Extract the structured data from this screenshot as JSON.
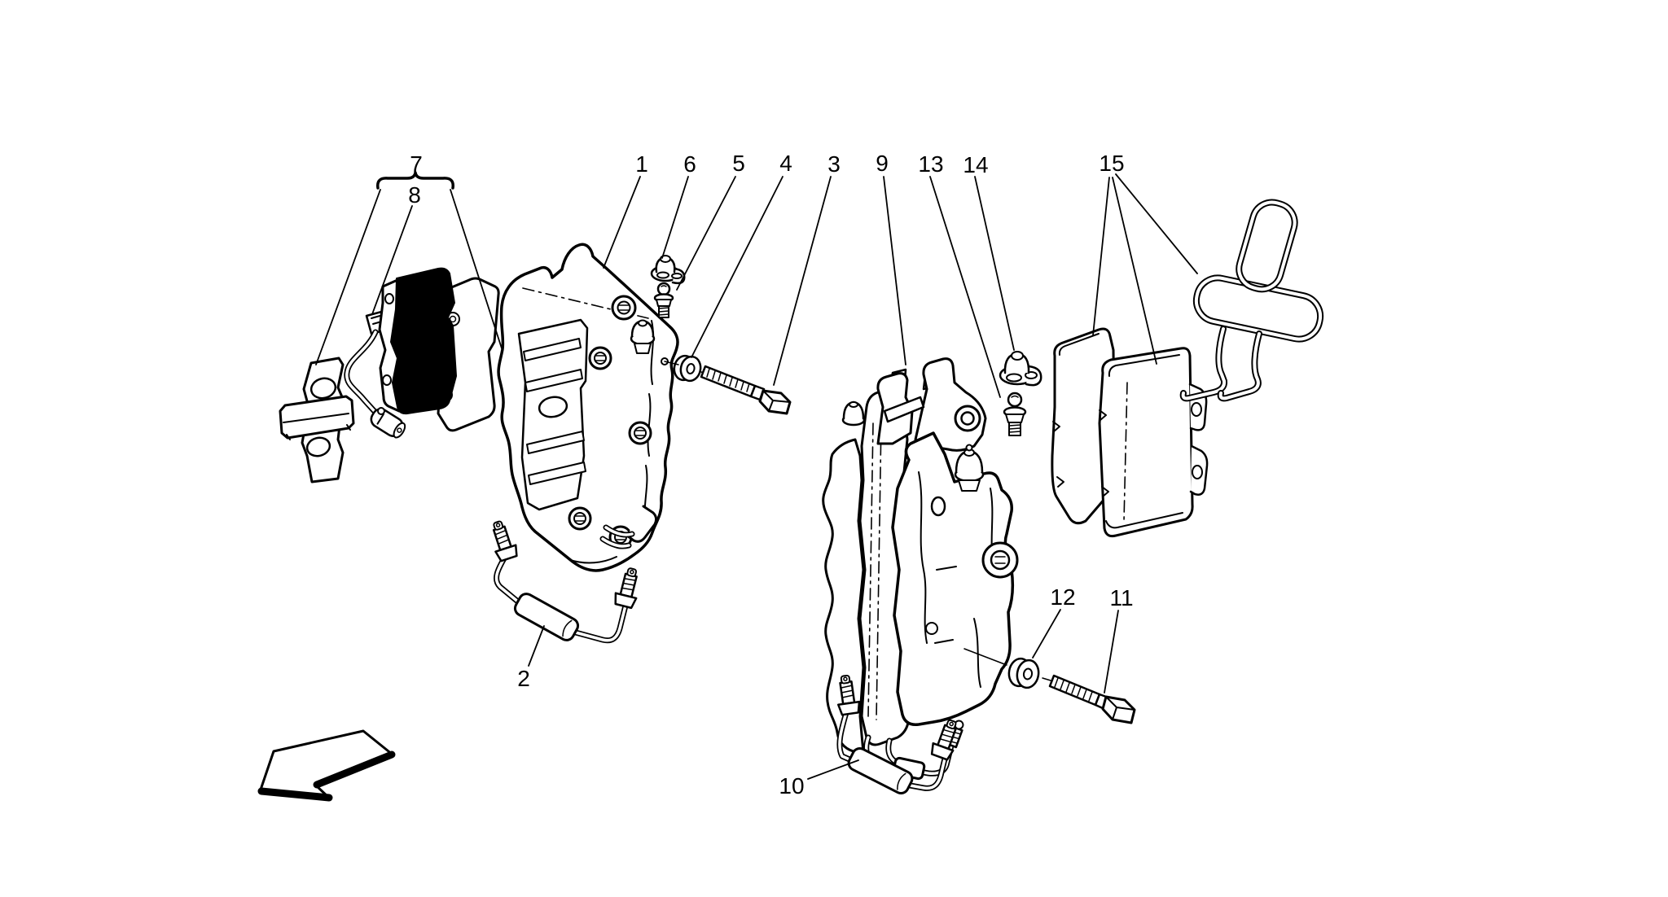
{
  "diagram": {
    "colors": {
      "line": "#000000",
      "background": "#ffffff",
      "pad_fill": "#000000"
    },
    "callouts": {
      "c1": "1",
      "c2": "2",
      "c3": "3",
      "c4": "4",
      "c5": "5",
      "c6": "6",
      "c7": "7",
      "c8": "8",
      "c9": "9",
      "c10": "10",
      "c11": "11",
      "c12": "12",
      "c13": "13",
      "c14": "14",
      "c15": "15"
    }
  }
}
